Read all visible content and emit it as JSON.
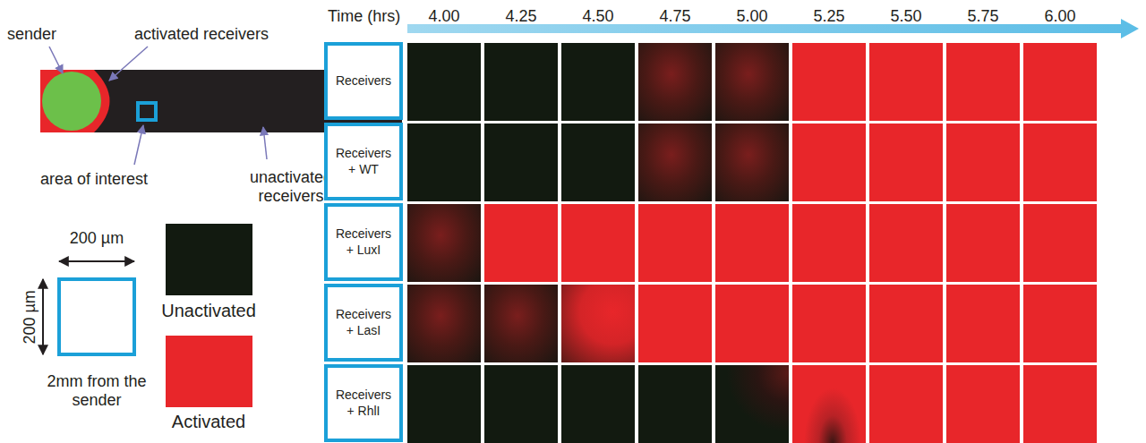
{
  "diagram": {
    "nodes": [
      {
        "text": [
          "Receivers"
        ]
      },
      {
        "text": [
          "Receivers + WT"
        ]
      },
      {
        "text": [
          "Receivers + LuxI"
        ]
      },
      {
        "text": [
          "Receivers + LasI"
        ]
      },
      {
        "text": [
          "Receivers + RhlI"
        ]
      }
    ],
    "labels": [
      "sender",
      "activated receivers",
      "area of interest",
      "unactivated receivers",
      "200 µm",
      "200 µm",
      "2mm from the sender",
      "Time (hrs)",
      "4.00",
      "4.25",
      "4.50",
      "4.75",
      "5.00",
      "5.25",
      "5.50",
      "5.75",
      "6.00"
    ],
    "legend": [
      {
        "text": "Unactivated",
        "color": "#121a10"
      },
      {
        "text": "Activated",
        "color": "#e8262a"
      }
    ]
  }
}
